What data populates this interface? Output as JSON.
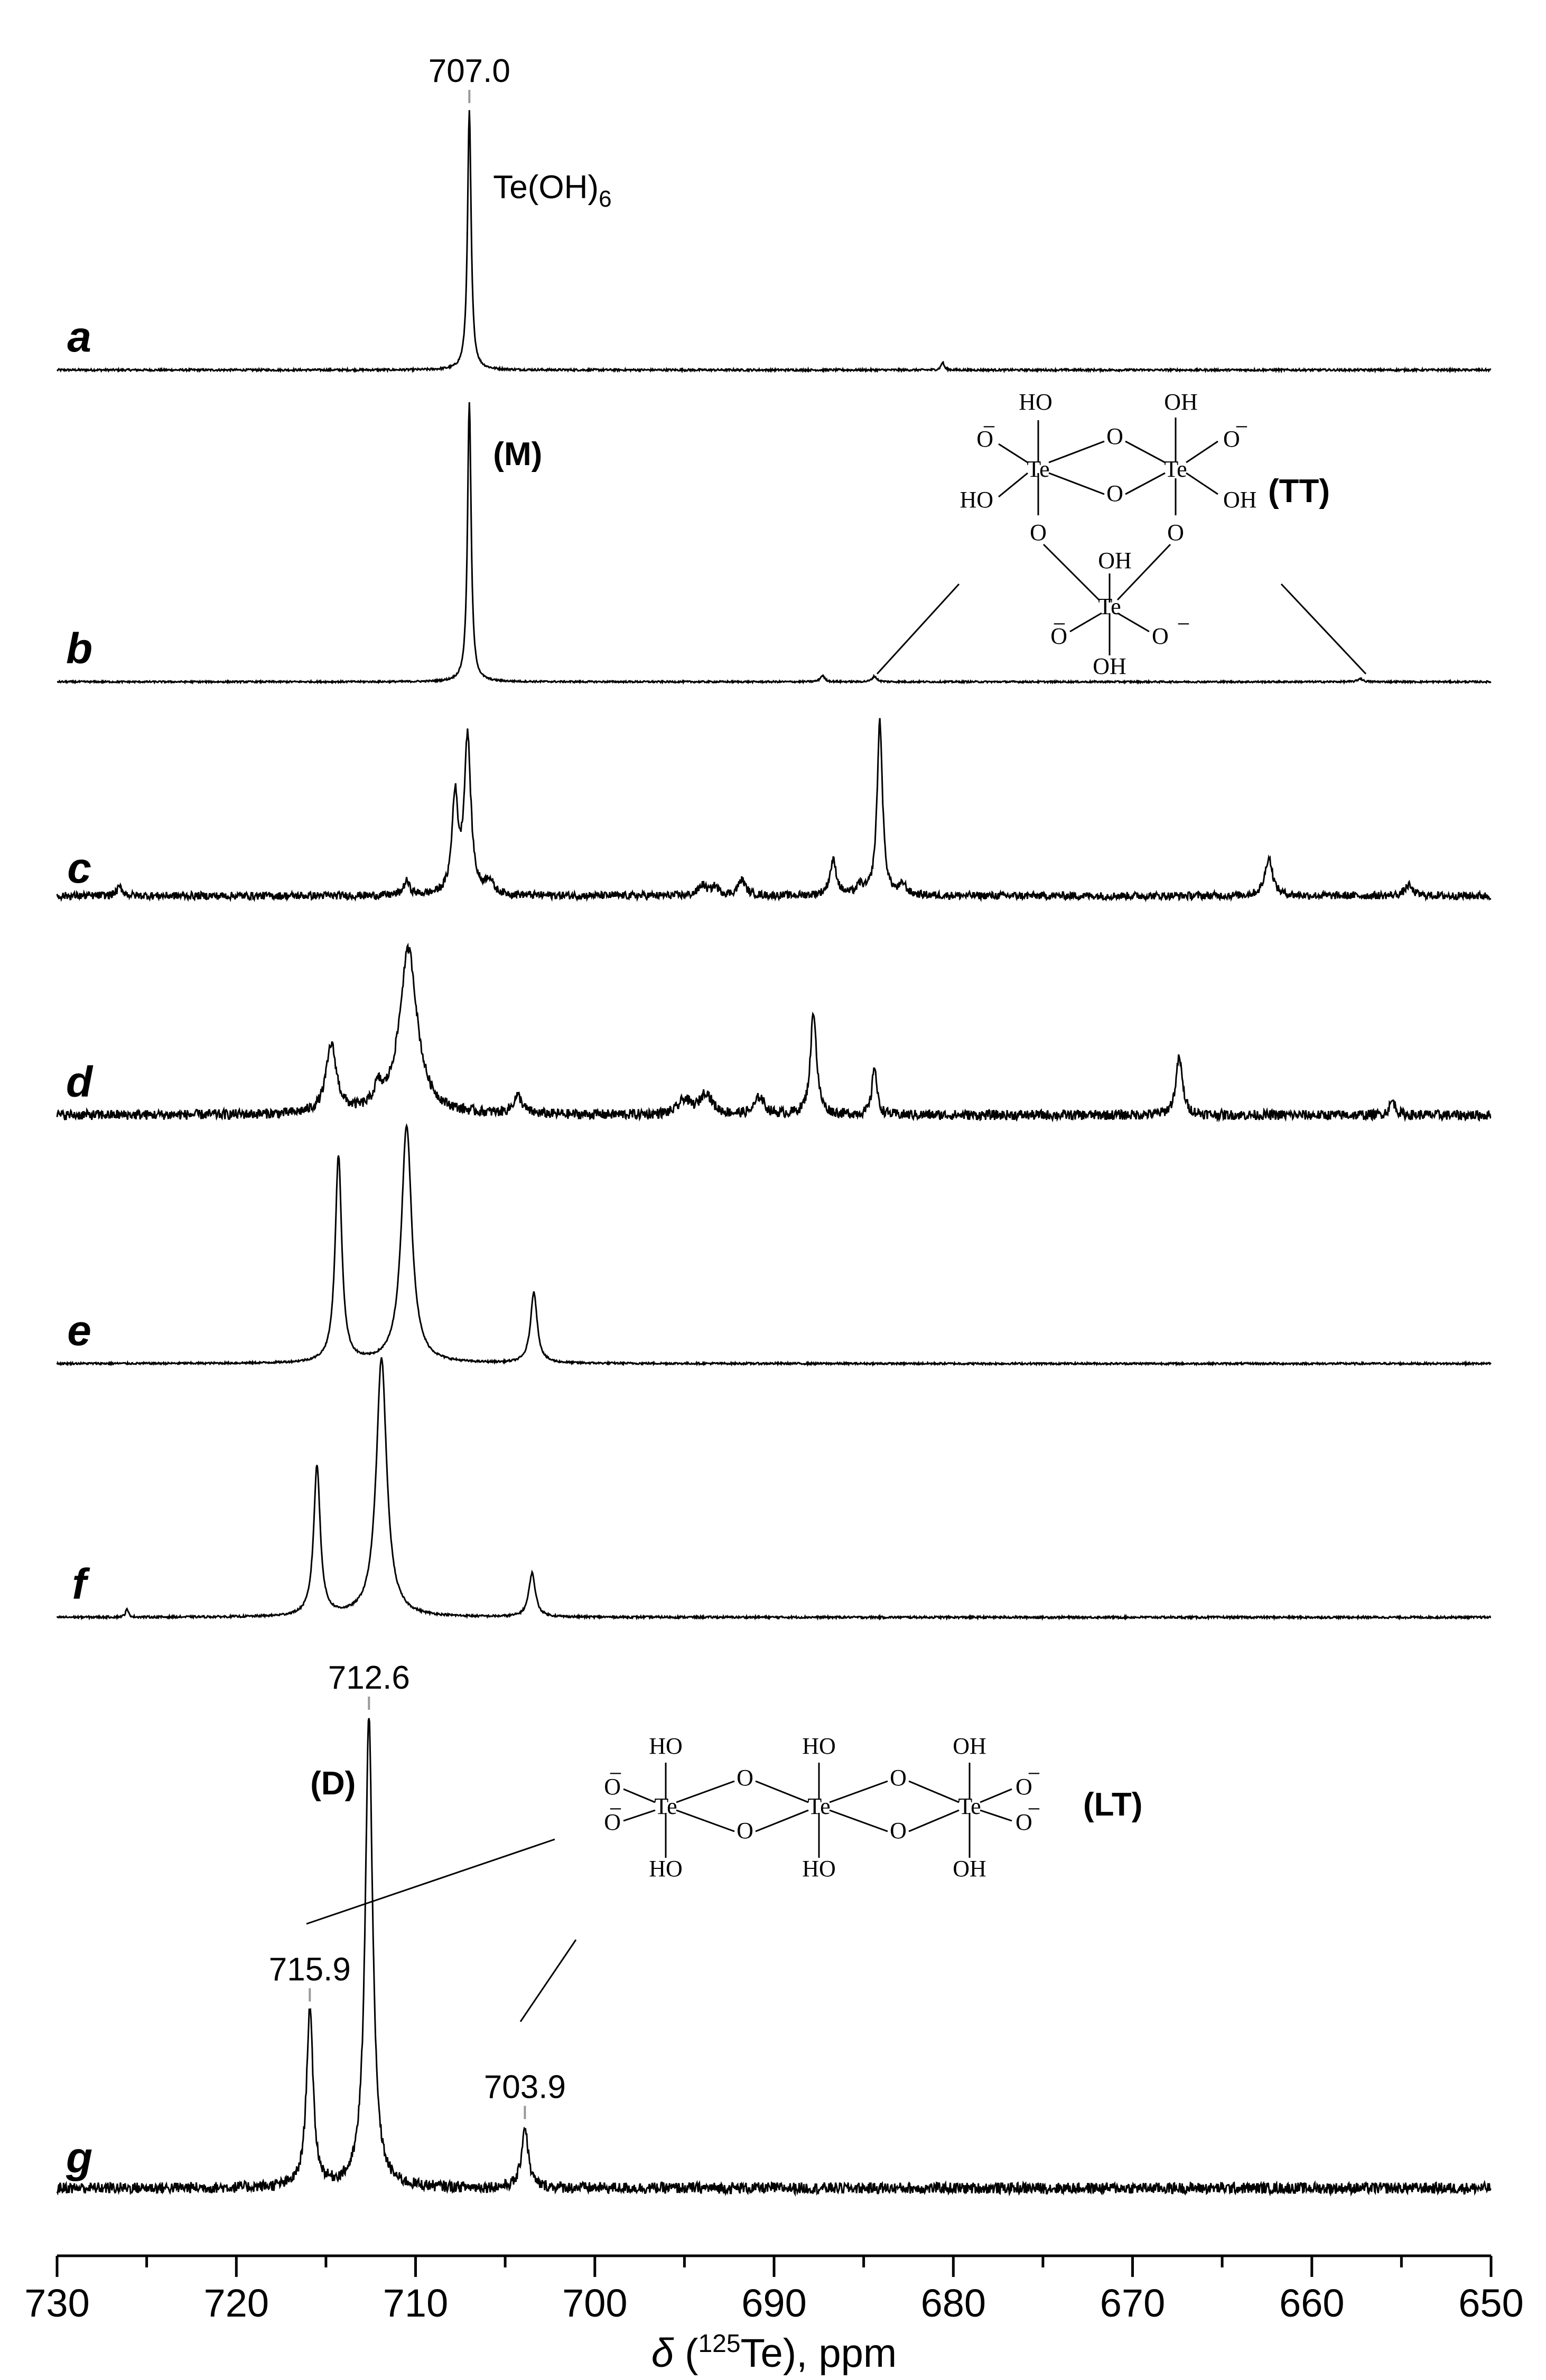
{
  "chart_data": {
    "type": "line",
    "title": "",
    "xlabel": {
      "italic": "δ",
      "rest_pre": " (",
      "sup": "125",
      "rest_post": "Te), ppm"
    },
    "xlim": [
      730,
      650
    ],
    "x_reversed": true,
    "xticks": [
      730,
      720,
      710,
      700,
      690,
      680,
      670,
      660,
      650
    ],
    "grid": false,
    "stacked": true,
    "series": [
      {
        "name": "a",
        "peaks": [
          {
            "ppm": 707.0,
            "height": 1.0,
            "width": 0.12
          },
          {
            "ppm": 680.6,
            "height": 0.03,
            "width": 0.1
          }
        ],
        "noise": 0.004,
        "scale": 490,
        "labels": [
          {
            "text": "707.0",
            "ppm": 707.0,
            "kind": "value"
          },
          {
            "text": "Te(OH)",
            "sub": "6",
            "ppm": 707.0,
            "kind": "compound"
          }
        ]
      },
      {
        "name": "b",
        "peaks": [
          {
            "ppm": 707.0,
            "height": 1.0,
            "width": 0.12
          },
          {
            "ppm": 687.3,
            "height": 0.022,
            "width": 0.15
          },
          {
            "ppm": 684.4,
            "height": 0.02,
            "width": 0.15
          },
          {
            "ppm": 657.3,
            "height": 0.012,
            "width": 0.15
          }
        ],
        "noise": 0.003,
        "scale": 530,
        "labels": [
          {
            "text": "(M)",
            "ppm": 707.0,
            "kind": "species"
          }
        ]
      },
      {
        "name": "c",
        "peaks": [
          {
            "ppm": 707.1,
            "height": 0.9,
            "width": 0.22
          },
          {
            "ppm": 707.8,
            "height": 0.55,
            "width": 0.2
          },
          {
            "ppm": 705.9,
            "height": 0.08,
            "width": 0.25
          },
          {
            "ppm": 710.5,
            "height": 0.08,
            "width": 0.2
          },
          {
            "ppm": 726.5,
            "height": 0.05,
            "width": 0.2
          },
          {
            "ppm": 694.0,
            "height": 0.06,
            "width": 0.25
          },
          {
            "ppm": 693.3,
            "height": 0.05,
            "width": 0.25
          },
          {
            "ppm": 691.8,
            "height": 0.09,
            "width": 0.25
          },
          {
            "ppm": 686.7,
            "height": 0.2,
            "width": 0.22
          },
          {
            "ppm": 685.2,
            "height": 0.05,
            "width": 0.2
          },
          {
            "ppm": 684.1,
            "height": 1.0,
            "width": 0.18
          },
          {
            "ppm": 682.8,
            "height": 0.06,
            "width": 0.2
          },
          {
            "ppm": 662.4,
            "height": 0.22,
            "width": 0.25
          },
          {
            "ppm": 654.6,
            "height": 0.06,
            "width": 0.25
          }
        ],
        "noise": 0.022,
        "scale": 330
      },
      {
        "name": "d",
        "peaks": [
          {
            "ppm": 710.4,
            "height": 0.92,
            "width": 0.6
          },
          {
            "ppm": 714.7,
            "height": 0.38,
            "width": 0.35
          },
          {
            "ppm": 712.1,
            "height": 0.1,
            "width": 0.25
          },
          {
            "ppm": 704.3,
            "height": 0.1,
            "width": 0.3
          },
          {
            "ppm": 695.0,
            "height": 0.08,
            "width": 0.4
          },
          {
            "ppm": 693.8,
            "height": 0.12,
            "width": 0.4
          },
          {
            "ppm": 690.8,
            "height": 0.1,
            "width": 0.3
          },
          {
            "ppm": 687.8,
            "height": 0.58,
            "width": 0.2
          },
          {
            "ppm": 684.4,
            "height": 0.28,
            "width": 0.15
          },
          {
            "ppm": 667.4,
            "height": 0.32,
            "width": 0.22
          },
          {
            "ppm": 655.5,
            "height": 0.08,
            "width": 0.2
          }
        ],
        "noise": 0.028,
        "scale": 340
      },
      {
        "name": "e",
        "peaks": [
          {
            "ppm": 714.3,
            "height": 0.87,
            "width": 0.22
          },
          {
            "ppm": 710.5,
            "height": 1.0,
            "width": 0.35
          },
          {
            "ppm": 703.4,
            "height": 0.3,
            "width": 0.22
          }
        ],
        "noise": 0.004,
        "scale": 450
      },
      {
        "name": "f",
        "peaks": [
          {
            "ppm": 715.5,
            "height": 0.58,
            "width": 0.22
          },
          {
            "ppm": 711.9,
            "height": 1.0,
            "width": 0.35
          },
          {
            "ppm": 703.5,
            "height": 0.17,
            "width": 0.22
          },
          {
            "ppm": 726.1,
            "height": 0.03,
            "width": 0.1
          }
        ],
        "noise": 0.004,
        "scale": 490
      },
      {
        "name": "g",
        "peaks": [
          {
            "ppm": 712.6,
            "height": 1.0,
            "width": 0.25
          },
          {
            "ppm": 715.9,
            "height": 0.38,
            "width": 0.22
          },
          {
            "ppm": 703.9,
            "height": 0.13,
            "width": 0.22
          }
        ],
        "noise": 0.012,
        "scale": 890,
        "labels": [
          {
            "text": "712.6",
            "ppm": 712.6,
            "kind": "value"
          },
          {
            "text": "715.9",
            "ppm": 715.9,
            "kind": "value"
          },
          {
            "text": "703.9",
            "ppm": 703.9,
            "kind": "value"
          },
          {
            "text": "(D)",
            "ppm": 712.6,
            "kind": "species"
          }
        ]
      }
    ],
    "annotations": {
      "tt_label": "(TT)",
      "lt_label": "(LT)",
      "tt_structure": {
        "te": "Te",
        "o": "O",
        "oh": "OH",
        "ho": "HO",
        "o_minus": "O"
      },
      "lt_structure": {
        "te": "Te",
        "o": "O",
        "oh": "OH",
        "ho": "HO",
        "o_minus": "O"
      }
    }
  }
}
